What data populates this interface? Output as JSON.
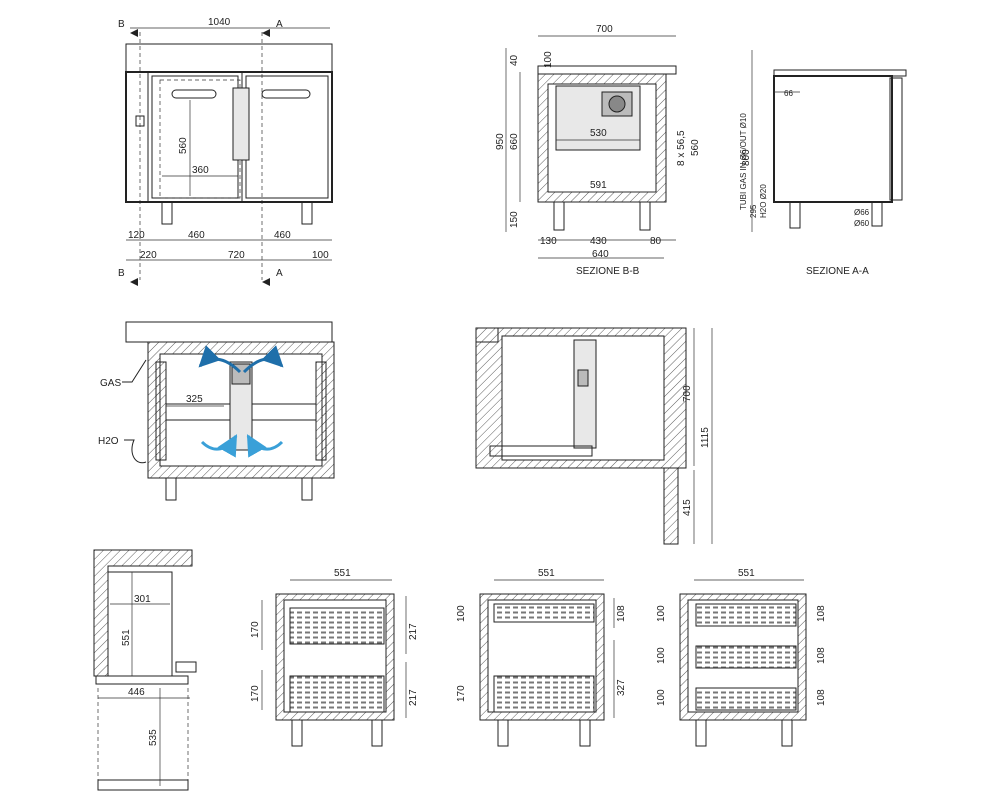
{
  "front_view": {
    "cut_b": "B",
    "cut_a": "A",
    "overall_width": "1040",
    "inner_height": "560",
    "shelf_width": "360",
    "dim_120": "120",
    "dim_460_left": "460",
    "dim_460_right": "460",
    "dim_220": "220",
    "dim_720": "720",
    "dim_100": "100"
  },
  "section_bb": {
    "caption": "SEZIONE B-B",
    "overall_depth": "700",
    "height_950": "950",
    "height_660": "660",
    "top_40": "40",
    "top_100": "100",
    "dim_530": "530",
    "dim_591": "591",
    "pitch": "8 x 56,5",
    "dim_560": "560",
    "dim_150": "150",
    "dim_130": "130",
    "dim_430": "430",
    "dim_80": "80",
    "dim_640": "640"
  },
  "section_aa": {
    "caption": "SEZIONE A-A",
    "dim_800": "800",
    "tubes_label": "TUBI GAS IN Ø6/OUT Ø10",
    "dim_295": "295",
    "h2o_label": "H2O Ø20",
    "dim_66": "66",
    "dia_66": "Ø66",
    "dia_60": "Ø60"
  },
  "airflow_view": {
    "gas_label": "GAS",
    "h2o_label": "H2O",
    "dim_325": "325",
    "accent_color": "#1f6faa",
    "secondary_color": "#3aa0d8"
  },
  "door_swing": {
    "dim_700": "700",
    "dim_415": "415",
    "dim_1115": "1115"
  },
  "drawer_plan": {
    "dim_301": "301",
    "dim_551": "551",
    "dim_446": "446",
    "dim_535": "535"
  },
  "drawer_two": {
    "width": "551",
    "left_170_top": "170",
    "left_170_bottom": "170",
    "right_217_top": "217",
    "right_217_bottom": "217"
  },
  "drawer_mixed": {
    "width": "551",
    "left_100": "100",
    "left_170": "170",
    "right_108": "108",
    "right_327": "327"
  },
  "drawer_three": {
    "width": "551",
    "left_100_a": "100",
    "left_100_b": "100",
    "left_100_c": "100",
    "right_108_a": "108",
    "right_108_b": "108",
    "right_108_c": "108"
  }
}
